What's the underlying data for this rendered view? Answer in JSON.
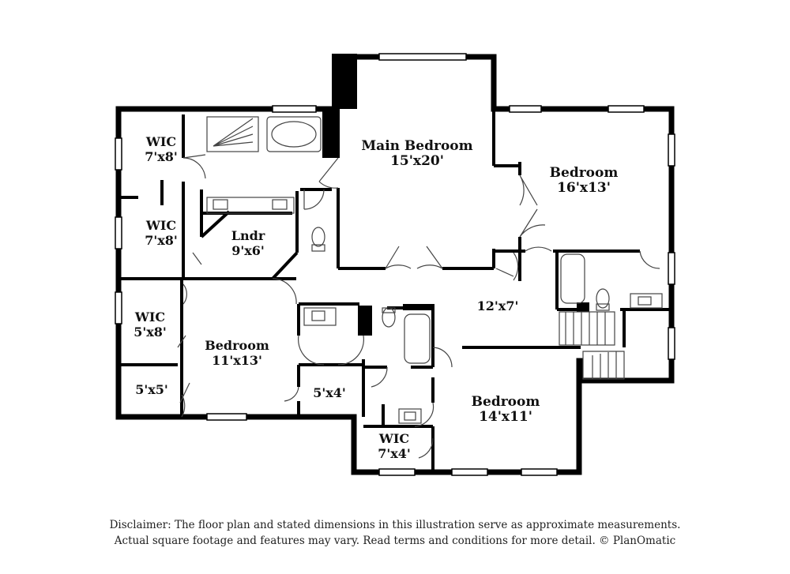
{
  "rooms": {
    "main_bedroom": {
      "name": "Main Bedroom",
      "dim": "15'x20'"
    },
    "bedroom_ne": {
      "name": "Bedroom",
      "dim": "16'x13'"
    },
    "wic_top": {
      "name": "WIC",
      "dim": "7'x8'"
    },
    "wic_mid": {
      "name": "WIC",
      "dim": "7'x8'"
    },
    "laundry": {
      "name": "Lndr",
      "dim": "9'x6'"
    },
    "hall": {
      "name": "",
      "dim": "12'x7'"
    },
    "wic_left": {
      "name": "WIC",
      "dim": "5'x8'"
    },
    "bedroom_sw": {
      "name": "Bedroom",
      "dim": "11'x13'"
    },
    "closet_5x5": {
      "name": "",
      "dim": "5'x5'"
    },
    "closet_5x4": {
      "name": "",
      "dim": "5'x4'"
    },
    "bedroom_se": {
      "name": "Bedroom",
      "dim": "14'x11'"
    },
    "wic_bottom": {
      "name": "WIC",
      "dim": "7'x4'"
    }
  },
  "disclaimer": {
    "line1": "Disclaimer: The floor plan and stated dimensions in this illustration serve as approximate measurements.",
    "line2": "Actual square footage and features may vary. Read terms and conditions for more detail. © PlanOmatic"
  },
  "colors": {
    "wall": "#000000",
    "fixture": "#444444",
    "background": "#ffffff"
  }
}
